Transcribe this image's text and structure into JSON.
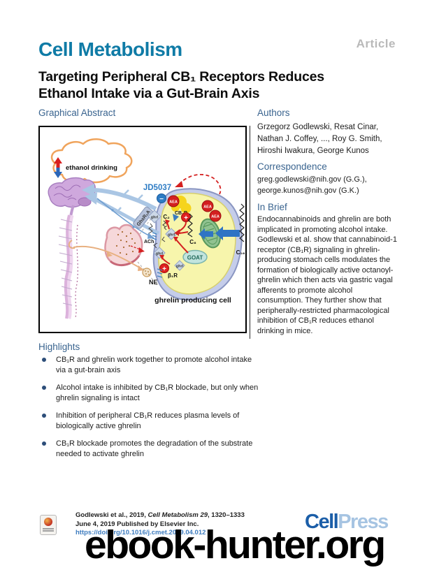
{
  "header": {
    "article_label": "Article",
    "journal": "Cell Metabolism",
    "title_line1": "Targeting Peripheral CB₁ Receptors Reduces",
    "title_line2": "Ethanol Intake via a Gut-Brain Axis"
  },
  "graphical_abstract": {
    "heading": "Graphical Abstract",
    "figure": {
      "ethanol_label": "ethanol drinking",
      "jd5037": "JD5037",
      "minus_sign": "−",
      "plus_sign": "+",
      "aea": "AEA",
      "cb1r": "CB₁R",
      "ghsr1a": "GhsR₁A",
      "ghrl": "ghrl",
      "c2": "C₂",
      "c8": "C₈",
      "c16": "C₁₆",
      "goat": "GOAT",
      "ach": "ACh",
      "beta1r": "β₁R",
      "ne": "NE",
      "cell_label": "ghrelin producing cell"
    }
  },
  "authors": {
    "heading": "Authors",
    "lines": [
      "Grzegorz Godlewski, Resat Cinar,",
      "Nathan J. Coffey, ..., Roy G. Smith,",
      "Hiroshi Iwakura, George Kunos"
    ]
  },
  "correspondence": {
    "heading": "Correspondence",
    "lines": [
      "greg.godlewski@nih.gov (G.G.),",
      "george.kunos@nih.gov (G.K.)"
    ]
  },
  "in_brief": {
    "heading": "In Brief",
    "text": "Endocannabinoids and ghrelin are both implicated in promoting alcohol intake. Godlewski et al. show that cannabinoid-1 receptor (CB₁R) signaling in ghrelin-producing stomach cells modulates the formation of biologically active octanoyl-ghrelin which then acts via gastric vagal afferents to promote alcohol consumption. They further show that peripherally-restricted pharmacological inhibition of CB₁R reduces ethanol drinking in mice."
  },
  "highlights": {
    "heading": "Highlights",
    "items": [
      "CB₁R and ghrelin work together to promote alcohol intake via a gut-brain axis",
      "Alcohol intake is inhibited by CB₁R blockade, but only when ghrelin signaling is intact",
      "Inhibition of peripheral CB₁R reduces plasma levels of biologically active ghrelin",
      "CB₁R blockade promotes the degradation of the substrate needed to activate ghrelin"
    ]
  },
  "footer": {
    "citation_pre": "Godlewski et al., 2019, ",
    "citation_italic": "Cell Metabolism 29",
    "citation_post": ", 1320–1333",
    "published_line": "June 4, 2019 Published by Elsevier Inc.",
    "doi": "https://doi.org/10.1016/j.cmet.2019.04.012",
    "logo_cell": "Cell",
    "logo_press": "Press",
    "badge_icon": "crossmark-badge"
  },
  "watermark": "ebook-hunter.org",
  "colors": {
    "journal_blue": "#0f7ba6",
    "heading_blue": "#3a648f",
    "article_gray": "#b9b9b9",
    "doi_link": "#3e7cbf",
    "cellpress_dark": "#1b5ea8",
    "cellpress_light": "#a6c4e2",
    "jd5037_blue": "#2e7cc4",
    "aea_red": "#d42020",
    "cell_yellow": "#f7f5ac",
    "cell_membrane": "#c5cdea"
  }
}
